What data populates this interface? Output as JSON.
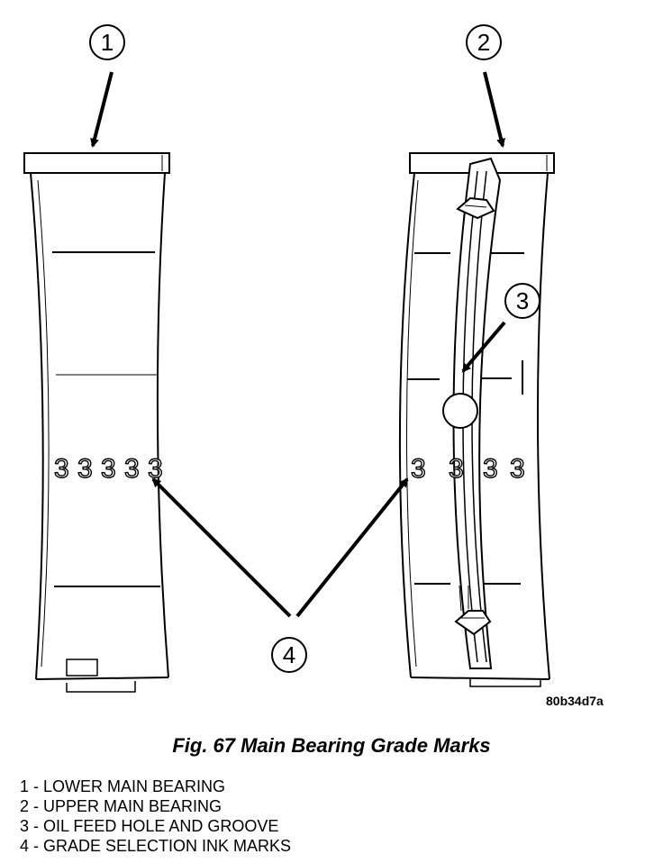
{
  "callouts": {
    "c1": "1",
    "c2": "2",
    "c3": "3",
    "c4": "4"
  },
  "ink_marks": {
    "lower": [
      "3",
      "3",
      "3",
      "3",
      "3"
    ],
    "upper": [
      "3",
      "3",
      "3",
      "3"
    ]
  },
  "figure_id": "80b34d7a",
  "caption": "Fig. 67 Main Bearing Grade Marks",
  "legend": [
    "1 - LOWER MAIN BEARING",
    "2 - UPPER MAIN BEARING",
    "3 - OIL FEED HOLE AND GROOVE",
    "4 - GRADE SELECTION INK MARKS"
  ]
}
